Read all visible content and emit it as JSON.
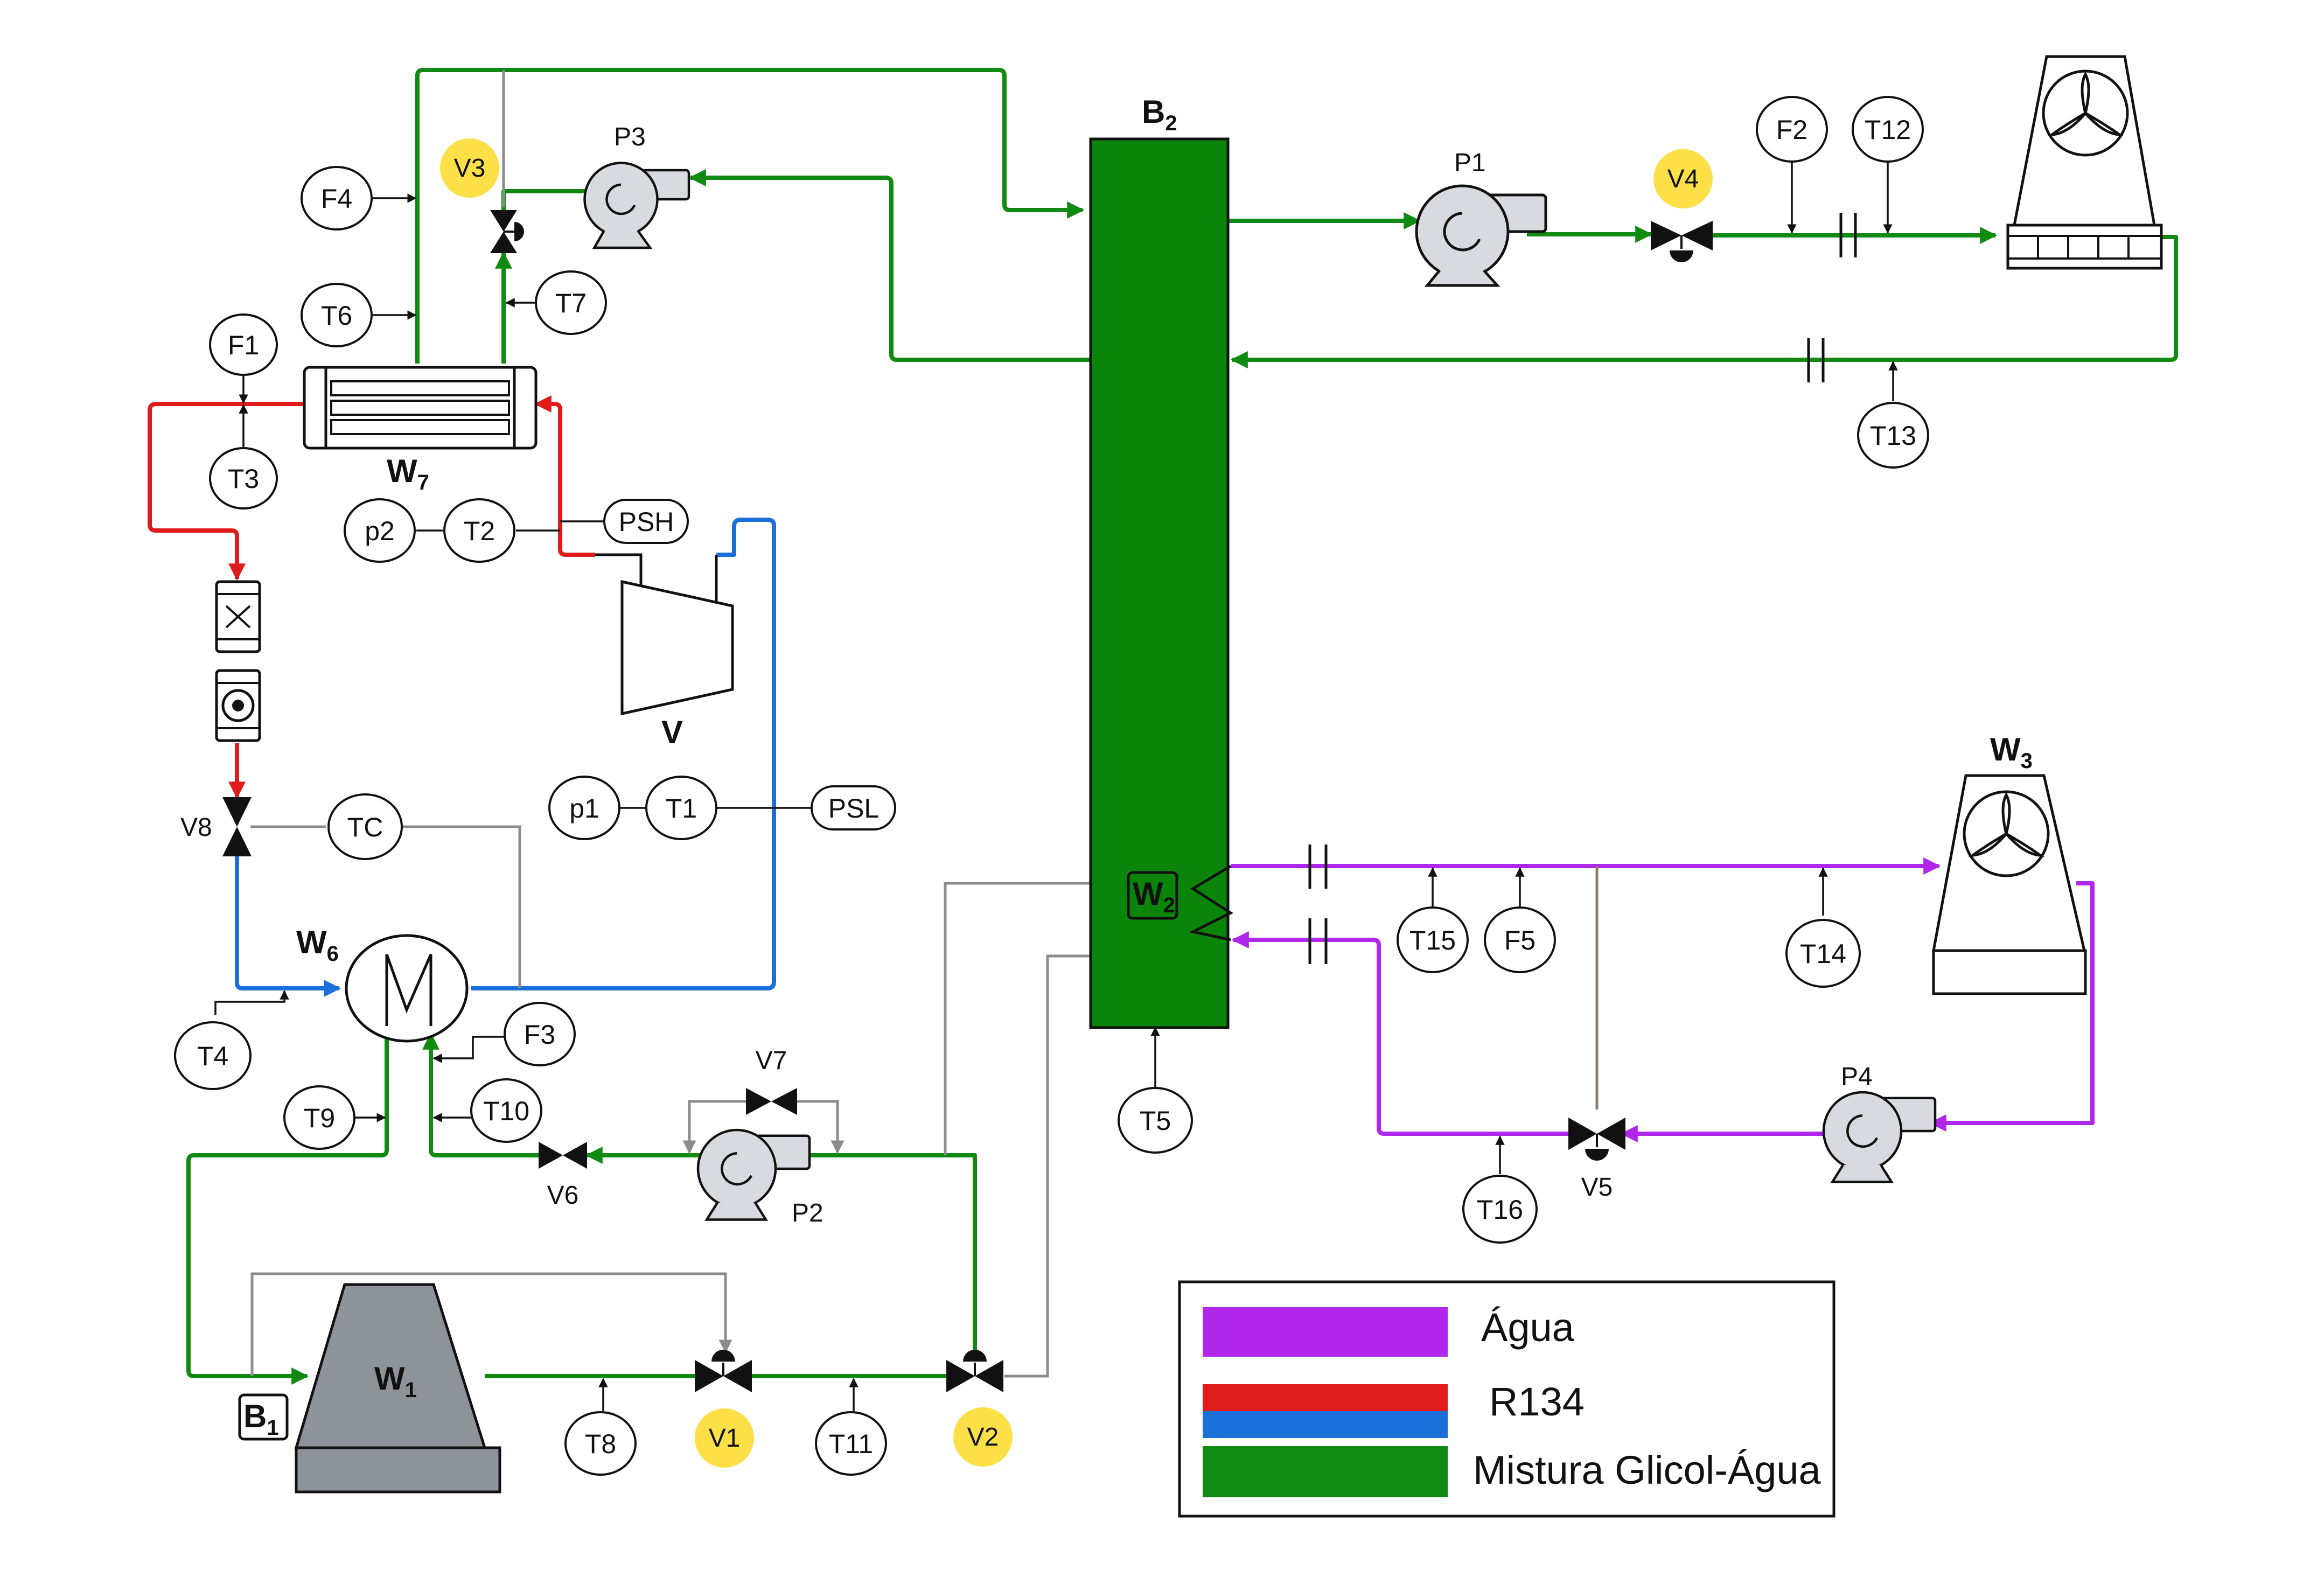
{
  "colors": {
    "water": "#b026ea",
    "r134_hot": "#e01b1b",
    "r134_cold": "#1b6fd8",
    "glycol": "#108a10",
    "tank": "#0a850a",
    "signal": "#8c8c8c",
    "highlight": "#fde047"
  },
  "equipment": {
    "b2": {
      "main": "B",
      "sub": "2"
    },
    "b1": {
      "main": "B",
      "sub": "1"
    },
    "w1": {
      "main": "W",
      "sub": "1"
    },
    "w2": {
      "main": "W",
      "sub": "2"
    },
    "w3": {
      "main": "W",
      "sub": "3"
    },
    "w6": {
      "main": "W",
      "sub": "6"
    },
    "w7": {
      "main": "W",
      "sub": "7"
    },
    "compressor": "V"
  },
  "pumps": {
    "p1": "P1",
    "p2": "P2",
    "p3": "P3",
    "p4": "P4"
  },
  "valves": {
    "v1": "V1",
    "v2": "V2",
    "v3": "V3",
    "v4": "V4",
    "v5": "V5",
    "v6": "V6",
    "v7": "V7",
    "v8": "V8"
  },
  "instruments": {
    "f1": "F1",
    "f2": "F2",
    "f3": "F3",
    "f4": "F4",
    "f5": "F5",
    "t1": "T1",
    "t2": "T2",
    "t3": "T3",
    "t4": "T4",
    "t5": "T5",
    "t6": "T6",
    "t7": "T7",
    "t8": "T8",
    "t9": "T9",
    "t10": "T10",
    "t11": "T11",
    "t12": "T12",
    "t13": "T13",
    "t14": "T14",
    "t15": "T15",
    "t16": "T16",
    "p1": "p1",
    "p2": "p2",
    "tc": "TC",
    "psh": "PSH",
    "psl": "PSL"
  },
  "legend": {
    "water": "Água",
    "r134": "R134",
    "glycol": "Mistura Glicol-Água"
  }
}
